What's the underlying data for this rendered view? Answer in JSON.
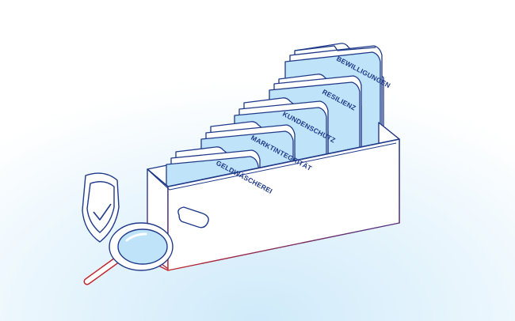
{
  "colors": {
    "outline": "#1f3a8a",
    "accent_red": "#c1272d",
    "card_fill": "#bfe3f8",
    "card_light": "#e3f3fc",
    "background_glow": "#d6eefb",
    "box_fill": "#ffffff"
  },
  "icons": [
    "shield-check-icon",
    "magnifier-icon",
    "index-card-box"
  ],
  "tabs": [
    {
      "label": "BEWILLIGUNGEN"
    },
    {
      "label": "RESILIENZ"
    },
    {
      "label": "KUNDENSCHUTZ"
    },
    {
      "label": "MARKTINTEGRITÄT"
    },
    {
      "label": "GELDWÄSCHEREI"
    }
  ]
}
